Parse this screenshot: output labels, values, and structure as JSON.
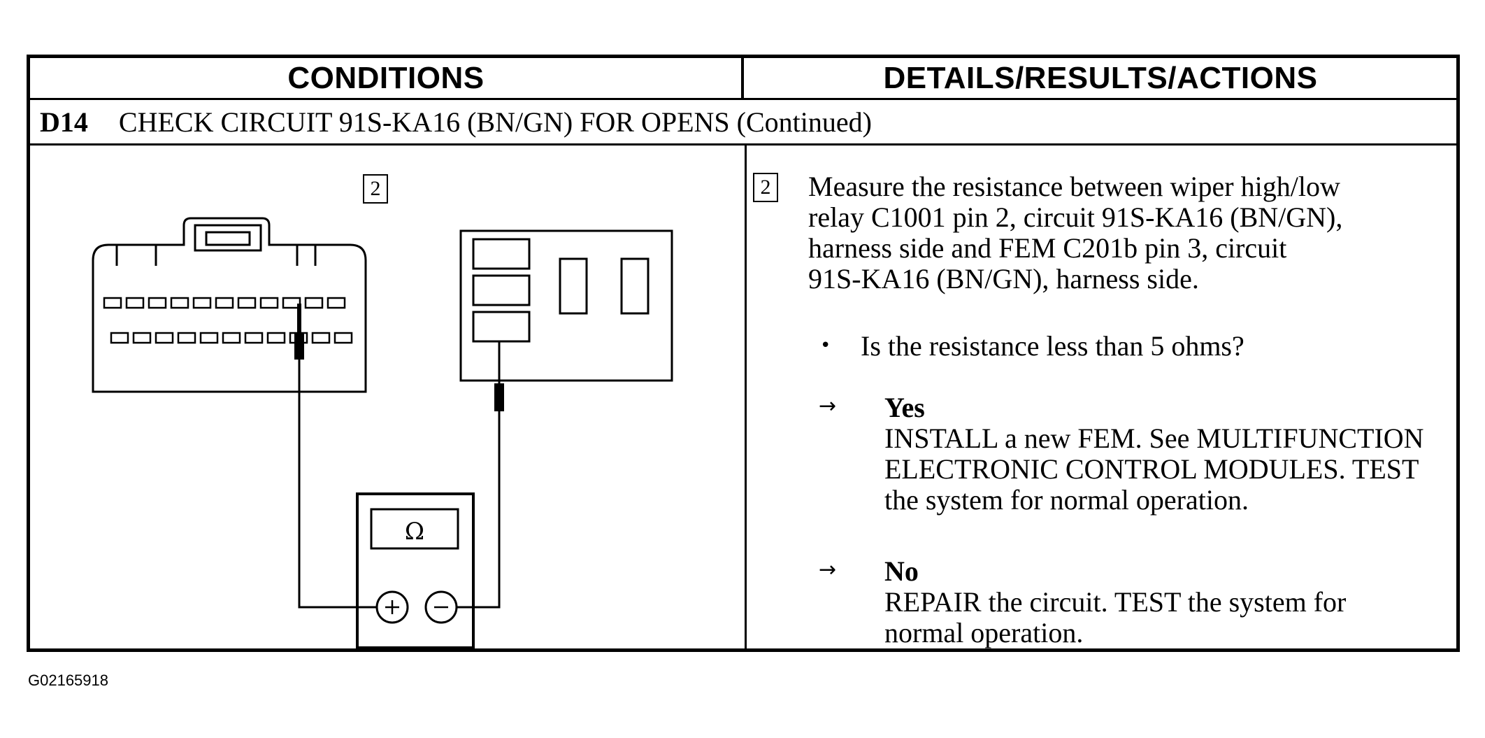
{
  "table": {
    "col_conditions": "CONDITIONS",
    "col_details": "DETAILS/RESULTS/ACTIONS"
  },
  "step": {
    "number": "D14",
    "title": "CHECK CIRCUIT 91S-KA16 (BN/GN) FOR OPENS (Continued)"
  },
  "conditions": {
    "step_marker": "2",
    "meter_symbol": "Ω",
    "plus_label": "+",
    "minus_label": "−"
  },
  "details": {
    "step_marker": "2",
    "instruction_lines": [
      "Measure the resistance between wiper high/low",
      "relay C1001 pin 2, circuit 91S-KA16 (BN/GN),",
      "harness side and FEM C201b pin 3, circuit",
      "91S-KA16 (BN/GN), harness side."
    ],
    "question": "Is the resistance less than 5 ohms?",
    "bullet": "•",
    "arrow": "→",
    "yes": {
      "title": "Yes",
      "lines": [
        "INSTALL a new FEM. See MULTIFUNCTION",
        "ELECTRONIC CONTROL MODULES. TEST",
        "the system for normal operation."
      ]
    },
    "no": {
      "title": "No",
      "lines": [
        "REPAIR the circuit. TEST the system for",
        "normal operation."
      ]
    }
  },
  "figure_id": "G02165918"
}
